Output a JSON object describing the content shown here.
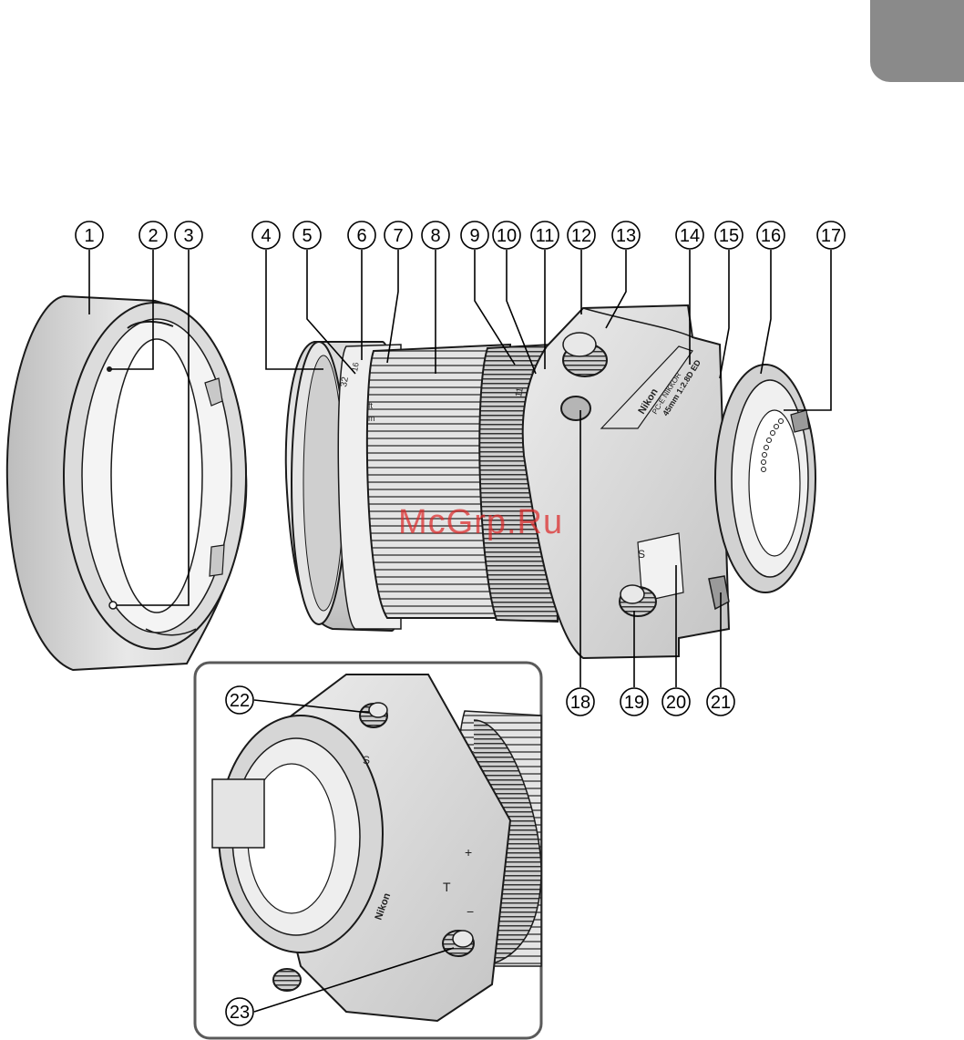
{
  "watermark": "McGrp.Ru",
  "callouts": [
    "1",
    "2",
    "3",
    "4",
    "5",
    "6",
    "7",
    "8",
    "9",
    "10",
    "11",
    "12",
    "13",
    "14",
    "15",
    "16",
    "17",
    "18",
    "19",
    "20",
    "21",
    "22",
    "23"
  ],
  "lens_markings": {
    "brand": "Nikon",
    "model_line1": "PC-E NIKKOR",
    "model_line2": "45mm 1:2.8D ED",
    "distance_scale": [
      "32",
      "16",
      "11",
      "8"
    ],
    "feet_unit": "ft",
    "meter_unit": "m",
    "shift_label": "S",
    "tilt_label": "T",
    "plus": "+",
    "minus": "−"
  },
  "colors": {
    "tab": "#8a8a8a",
    "watermark": "#dc2828",
    "outline": "#1a1a1a",
    "fill_light": "#e6e6e6",
    "fill_mid": "#c8c8c8",
    "fill_dark": "#9a9a9a"
  }
}
